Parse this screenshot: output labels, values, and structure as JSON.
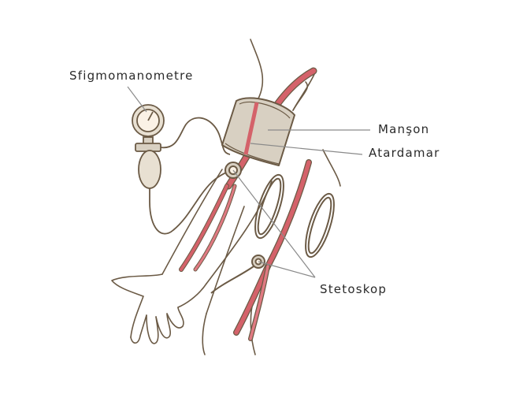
{
  "labels": {
    "sphygmomanometer": "Sfigmomanometre",
    "cuff": "Manşon",
    "artery": "Atardamar",
    "stethoscope": "Stetoskop"
  },
  "colors": {
    "outline": "#6b5a45",
    "skin": "#fbf2e6",
    "artery": "#d4626a",
    "artery_light": "#e99aa0",
    "cuff": "#d8d0c2",
    "leader": "#8a8a8a"
  }
}
